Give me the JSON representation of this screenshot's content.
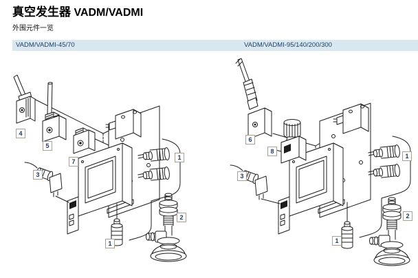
{
  "page": {
    "title_cjk": "真空发生器",
    "title_latin": "VADM/VADMI",
    "subtitle": "外围元件一览"
  },
  "sections": {
    "left": {
      "header": "VADM/VADMI-45/70",
      "callouts": [
        {
          "n": "4"
        },
        {
          "n": "5"
        },
        {
          "n": "7"
        },
        {
          "n": "3"
        },
        {
          "n": "1"
        },
        {
          "n": "1"
        },
        {
          "n": "2"
        }
      ]
    },
    "right": {
      "header": "VADM/VADMI-95/140/200/300",
      "callouts": [
        {
          "n": "6"
        },
        {
          "n": "8"
        },
        {
          "n": "3"
        },
        {
          "n": "1"
        },
        {
          "n": "1"
        },
        {
          "n": "2"
        }
      ]
    }
  },
  "colors": {
    "header_bg": "#d9e7f1",
    "header_text": "#1d3c5f",
    "line": "#1c1c1c",
    "callout_border": "#a8a296",
    "callout_text": "#1d3c5f"
  }
}
